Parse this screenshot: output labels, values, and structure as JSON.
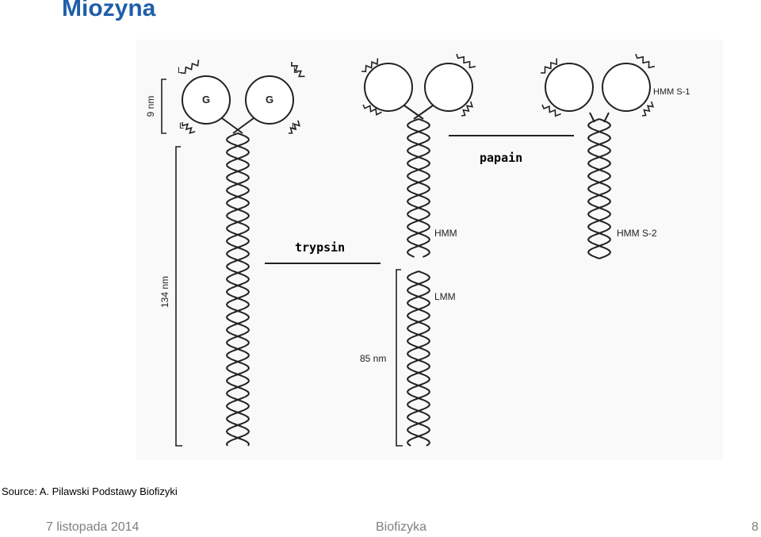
{
  "slide": {
    "title": "Miozyna",
    "source": "Source: A. Pilawski Podstawy Biofizyki",
    "footer_date": "7 listopada 2014",
    "footer_center": "Biofizyka",
    "page_number": "8"
  },
  "diagram": {
    "dimensions": {
      "heads": "9 nm",
      "rod": "134 nm",
      "lmm": "85 nm"
    },
    "head_labels": [
      "G",
      "G"
    ],
    "light_chain_label": "L",
    "enzymes": {
      "trypsin": "trypsin",
      "papain": "papain"
    },
    "fragments": {
      "hmm": "HMM",
      "lmm": "LMM",
      "s1": "HMM S-1",
      "s2": "HMM S-2"
    }
  }
}
